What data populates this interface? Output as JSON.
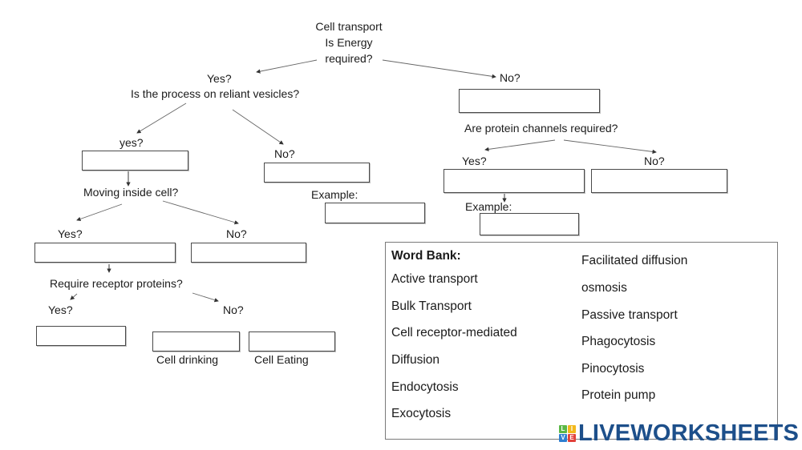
{
  "root": {
    "title": "Cell transport",
    "question_line1": "Is Energy",
    "question_line2": "required?"
  },
  "energy_yes": {
    "label": "Yes?",
    "question": "Is the process on reliant vesicles?"
  },
  "energy_no": {
    "label": "No?",
    "answer_value": "",
    "question": "Are protein channels required?",
    "channels_yes": {
      "label": "Yes?",
      "answer_value": "",
      "example_label": "Example:",
      "example_value": ""
    },
    "channels_no": {
      "label": "No?",
      "answer_value": ""
    }
  },
  "vesicles_yes": {
    "label": "yes?",
    "answer_value": "",
    "question": "Moving inside cell?",
    "inside_yes": {
      "label": "Yes?",
      "answer_value": "",
      "question": "Require receptor proteins?",
      "receptor_yes": {
        "label": "Yes?",
        "answer_value": ""
      },
      "receptor_no": {
        "label": "No?",
        "drinking_value": "",
        "drinking_caption": "Cell drinking",
        "eating_value": "",
        "eating_caption": "Cell Eating"
      }
    },
    "inside_no": {
      "label": "No?",
      "answer_value": ""
    }
  },
  "vesicles_no": {
    "label": "No?",
    "answer_value": "",
    "example_label": "Example:",
    "example_value": ""
  },
  "word_bank": {
    "title": "Word Bank:",
    "column1": [
      "Active transport",
      "Bulk Transport",
      "Cell receptor-mediated",
      "Diffusion",
      "Endocytosis",
      "Exocytosis"
    ],
    "column2": [
      "Facilitated diffusion",
      "osmosis",
      "Passive transport",
      "Phagocytosis",
      "Pinocytosis",
      "Protein pump"
    ]
  },
  "branding": {
    "logo_blocks": [
      {
        "letter": "L",
        "color": "#5bb846"
      },
      {
        "letter": "I",
        "color": "#f2b81c"
      },
      {
        "letter": "V",
        "color": "#2f7fd0"
      },
      {
        "letter": "E",
        "color": "#e2413a"
      }
    ],
    "logo_text": "LIVEWORKSHEETS",
    "logo_color": "#1d4f8a"
  }
}
